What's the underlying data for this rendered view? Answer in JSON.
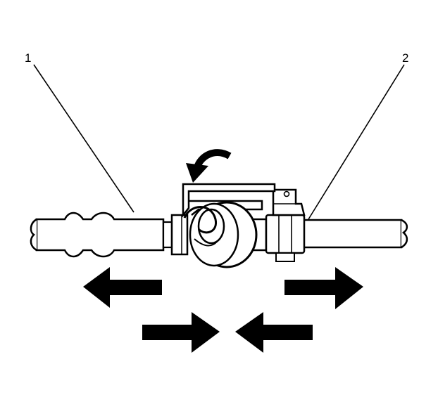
{
  "callouts": [
    {
      "label": "1",
      "part": "fuel-line-male-end"
    },
    {
      "label": "2",
      "part": "fuel-line-female-connector"
    }
  ],
  "arrows": {
    "rotate": "counter-clockwise",
    "pull_left": "left",
    "pull_right": "right",
    "push_right": "right",
    "push_left": "left"
  },
  "colors": {
    "line": "#000000",
    "fill": "#ffffff"
  }
}
